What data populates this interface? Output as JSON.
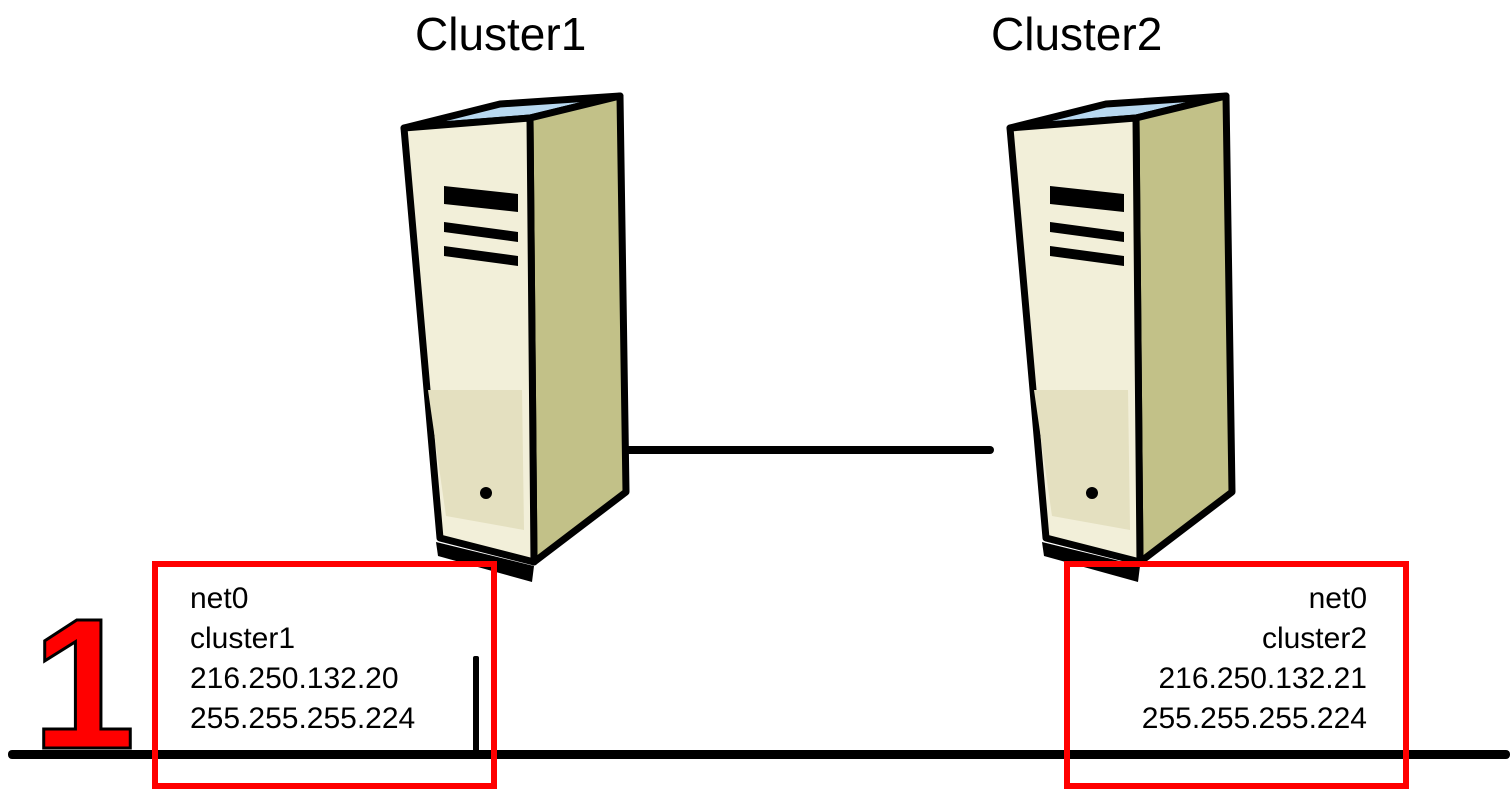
{
  "clusters": [
    {
      "title": "Cluster1",
      "interface": {
        "name": "net0",
        "hostname": "cluster1",
        "ip": "216.250.132.20",
        "netmask": "255.255.255.224"
      }
    },
    {
      "title": "Cluster2",
      "interface": {
        "name": "net0",
        "hostname": "cluster2",
        "ip": "216.250.132.21",
        "netmask": "255.255.255.224"
      }
    }
  ],
  "step_number": "1",
  "colors": {
    "highlight_box": "#ff0000",
    "step_number": "#ff0000",
    "server_front": "#f2efd9",
    "server_side": "#c2c188",
    "server_top": "#b8d8f0",
    "line": "#000000"
  },
  "icons": [
    "server-tower-icon",
    "server-tower-icon"
  ]
}
